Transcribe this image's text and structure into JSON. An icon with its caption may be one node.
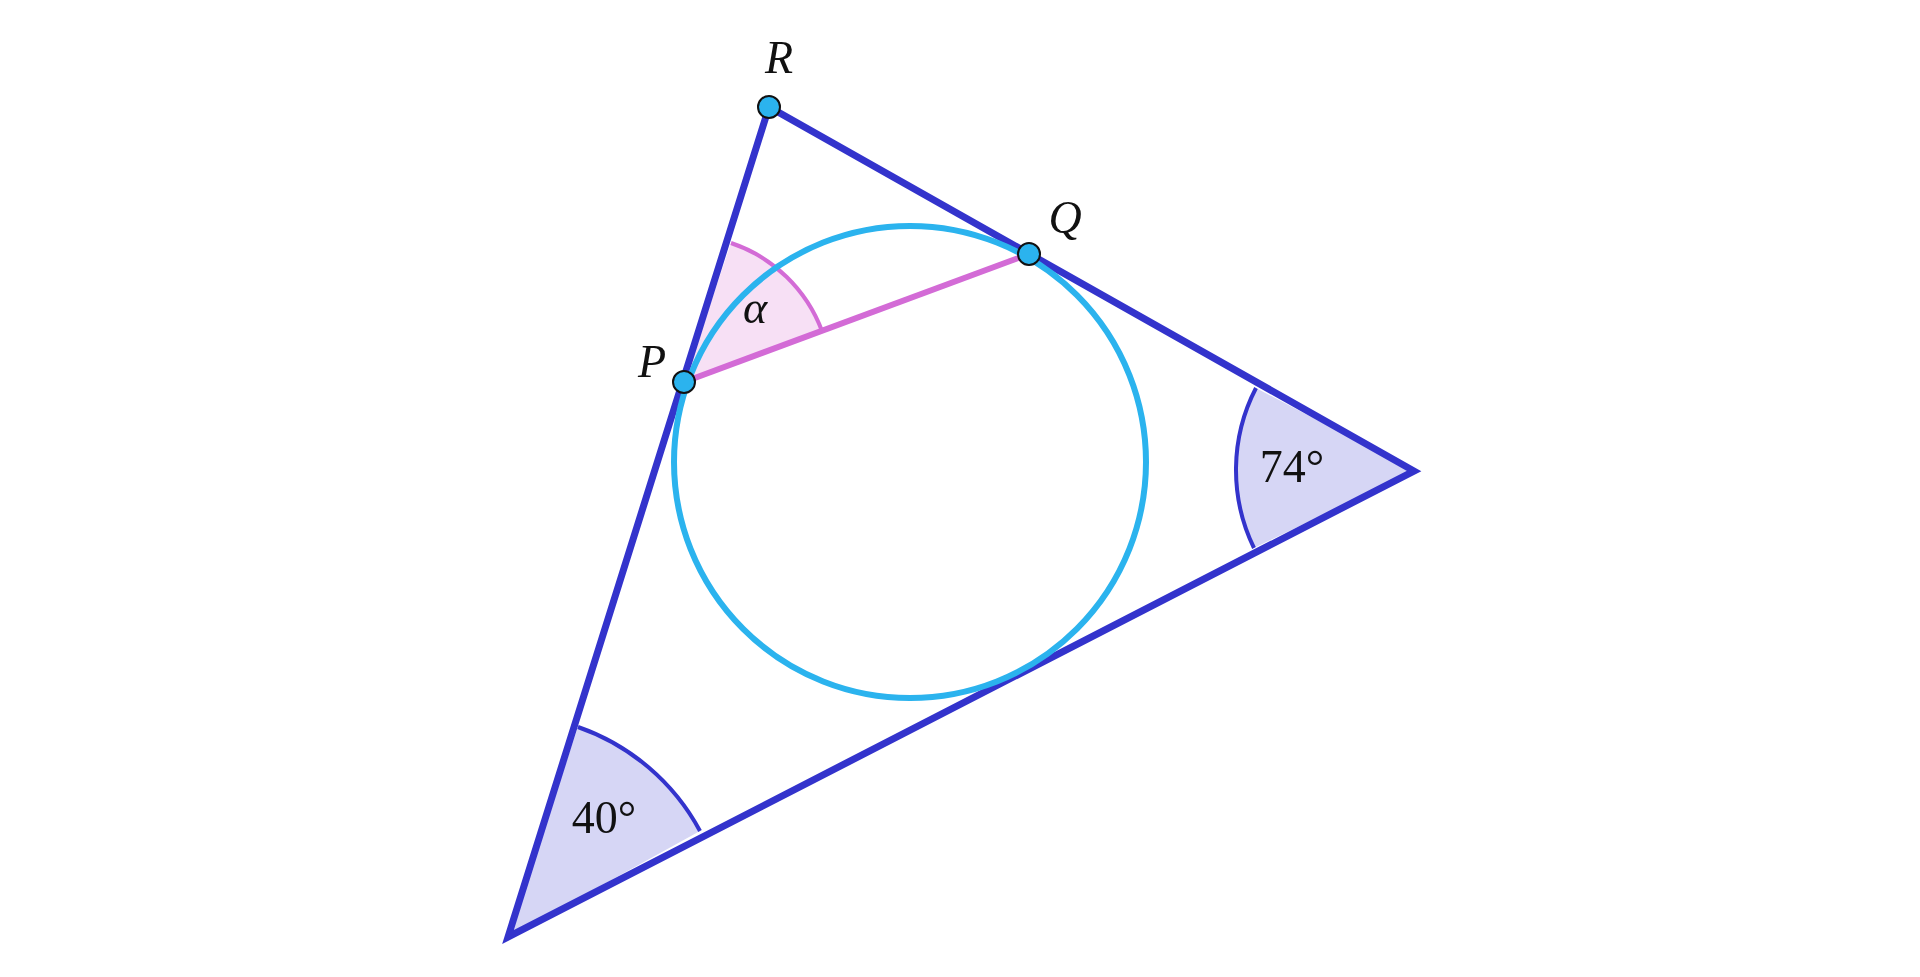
{
  "diagram": {
    "labels": [
      "R",
      "Q",
      "P",
      "α",
      "74°",
      "40°"
    ]
  }
}
